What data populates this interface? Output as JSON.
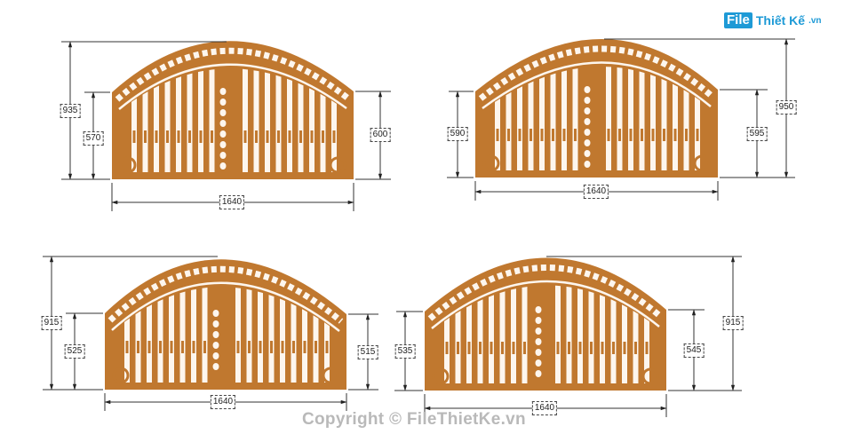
{
  "logo": {
    "badge": "File",
    "text": "Thiết Kế",
    "tld": ".vn"
  },
  "watermark": {
    "text": "Copyright © FileThietKe.vn"
  },
  "colors": {
    "gate": "#c0782f",
    "gate_light": "#fdf6ee",
    "dim_line": "#333333"
  },
  "gates": [
    {
      "id": "gate-1",
      "total_height": "935",
      "left_side_height": "570",
      "right_side_height": "600",
      "width": "1640"
    },
    {
      "id": "gate-2",
      "total_height": "950",
      "left_side_height": "590",
      "right_side_height": "595",
      "width": "1640"
    },
    {
      "id": "gate-3",
      "total_height": "915",
      "left_side_height": "525",
      "right_side_height": "515",
      "width": "1640"
    },
    {
      "id": "gate-4",
      "total_height": "915",
      "left_side_height": "535",
      "right_side_height": "545",
      "width": "1640"
    }
  ]
}
